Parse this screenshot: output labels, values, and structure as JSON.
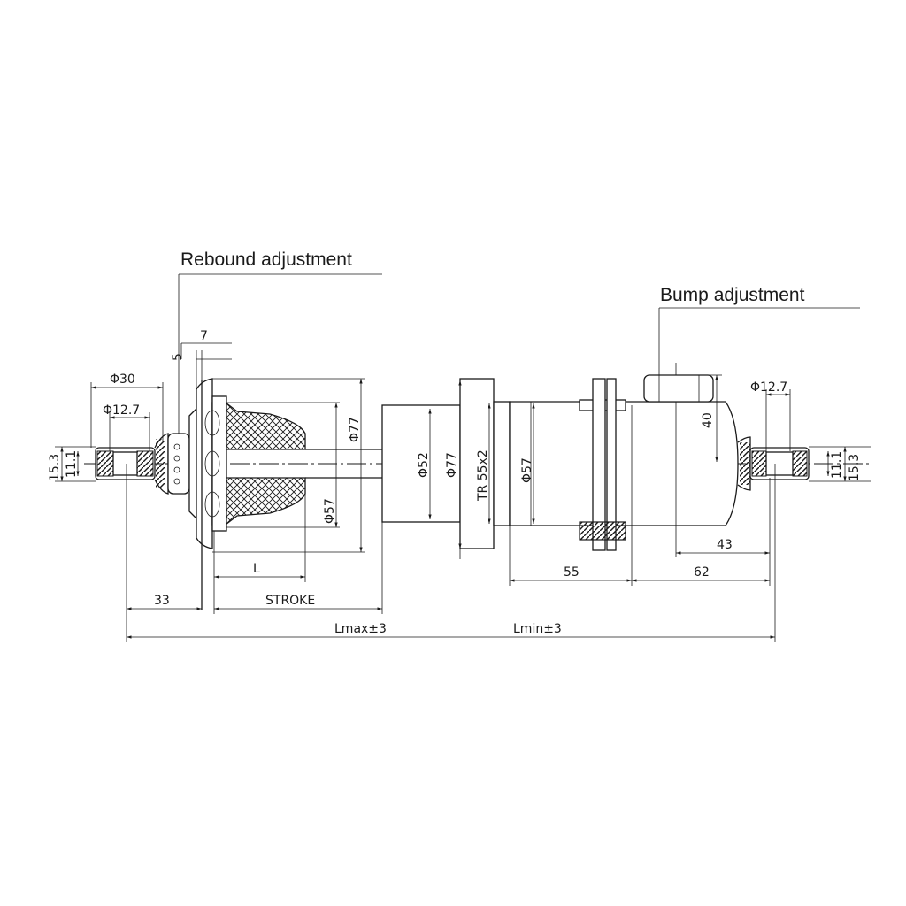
{
  "labels": {
    "rebound": "Rebound adjustment",
    "bump": "Bump adjustment"
  },
  "dimensions": {
    "d30": "Φ30",
    "d127_left": "Φ12.7",
    "d127_right": "Φ12.7",
    "h153_left": "15.3",
    "h111_left": "11.1",
    "h153_right": "15.3",
    "h111_right": "11.1",
    "w7": "7",
    "w5": "5",
    "d77_left": "Φ77",
    "d57_left": "Φ57",
    "d52": "Φ52",
    "d77_right": "Φ77",
    "thread": "TR 55x2",
    "d57_right": "Φ57",
    "h40": "40",
    "w43": "43",
    "w55": "55",
    "w62": "62",
    "L": "L",
    "w33": "33",
    "stroke": "STROKE",
    "lmax": "Lmax±3",
    "lmin": "Lmin±3"
  }
}
